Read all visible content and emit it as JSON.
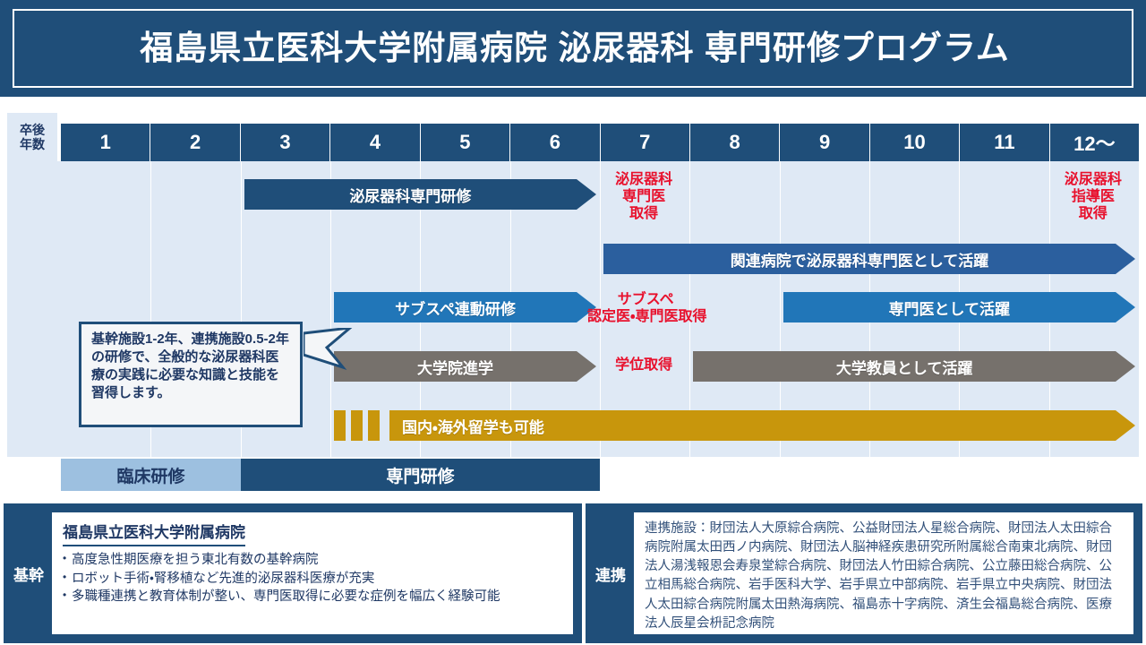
{
  "title": "福島県立医科大学附属病院 泌尿器科 専門研修プログラム",
  "timeline": {
    "corner_label_line1": "卒後",
    "corner_label_line2": "年数",
    "years": [
      "1",
      "2",
      "3",
      "4",
      "5",
      "6",
      "7",
      "8",
      "9",
      "10",
      "11",
      "12〜"
    ],
    "arrows": [
      {
        "id": "urology-specialty-training",
        "label": "泌尿器科専門研修",
        "color": "#1f4e79",
        "start_year": 3,
        "end_year": 7
      },
      {
        "id": "affiliated-hospital-specialist",
        "label": "関連病院で泌尿器科専門医として活躍",
        "color": "#2b5f9e",
        "start_year": 7,
        "end_year": 13
      },
      {
        "id": "subspecialty-linked-training",
        "label": "サブスペ連動研修",
        "color": "#2176b8",
        "start_year": 4,
        "end_year": 7
      },
      {
        "id": "active-as-specialist",
        "label": "専門医として活躍",
        "color": "#2176b8",
        "start_year": 9,
        "end_year": 13
      },
      {
        "id": "graduate-school",
        "label": "大学院進学",
        "color": "#76716c",
        "start_year": 4,
        "end_year": 7
      },
      {
        "id": "university-faculty",
        "label": "大学教員として活躍",
        "color": "#76716c",
        "start_year": 8,
        "end_year": 13
      },
      {
        "id": "study-abroad",
        "label": "国内・海外留学も可能",
        "color": "#c8960c",
        "start_year": 4,
        "end_year": 13
      }
    ],
    "milestones": [
      {
        "id": "urology-board-certification",
        "lines": [
          "泌尿器科",
          "専門医",
          "取得"
        ],
        "color": "#e8112d",
        "year": 7
      },
      {
        "id": "urology-instructor-certification",
        "lines": [
          "泌尿器科",
          "指導医",
          "取得"
        ],
        "color": "#e8112d",
        "year": 12
      },
      {
        "id": "subspecialty-certification",
        "lines": [
          "サブスペ",
          "認定医・専門医取得"
        ],
        "color": "#e8112d",
        "year": 7
      },
      {
        "id": "degree-acquisition",
        "lines": [
          "学位取得"
        ],
        "color": "#e8112d",
        "year": 7
      }
    ],
    "callout": "基幹施設1-2年、連携施設0.5-2年の研修で、全般的な泌尿器科医療の実践に必要な知識と技能を習得します。",
    "phases": [
      {
        "id": "clinical-training",
        "label": "臨床研修",
        "start_year": 1,
        "end_year": 3,
        "color": "#9dc0e0"
      },
      {
        "id": "specialty-training",
        "label": "専門研修",
        "start_year": 3,
        "end_year": 7,
        "color": "#1f4e79"
      }
    ]
  },
  "base_facility": {
    "tag": "基幹",
    "name": "福島県立医科大学附属病院",
    "bullets": [
      "高度急性期医療を担う東北有数の基幹病院",
      "ロボット手術・腎移植など先進的泌尿器科医療が充実",
      "多職種連携と教育体制が整い、専門医取得に必要な症例を幅広く経験可能"
    ]
  },
  "affiliated_facilities": {
    "tag": "連携",
    "text": "連携施設：財団法人大原綜合病院、公益財団法人星総合病院、財団法人太田綜合病院附属太田西ノ内病院、財団法人脳神経疾患研究所附属総合南東北病院、財団法人湯浅報恩会寿泉堂綜合病院、財団法人竹田綜合病院、公立藤田総合病院、公立相馬総合病院、岩手医科大学、岩手県立中部病院、岩手県立中央病院、財団法人太田綜合病院附属太田熱海病院、福島赤十字病院、済生会福島総合病院、医療法人辰星会枡記念病院"
  },
  "colors": {
    "brand_navy": "#1f4e79",
    "grid_bg": "#dfe9f5",
    "accent_red": "#e8112d",
    "gold": "#c8960c",
    "gray": "#76716c"
  }
}
